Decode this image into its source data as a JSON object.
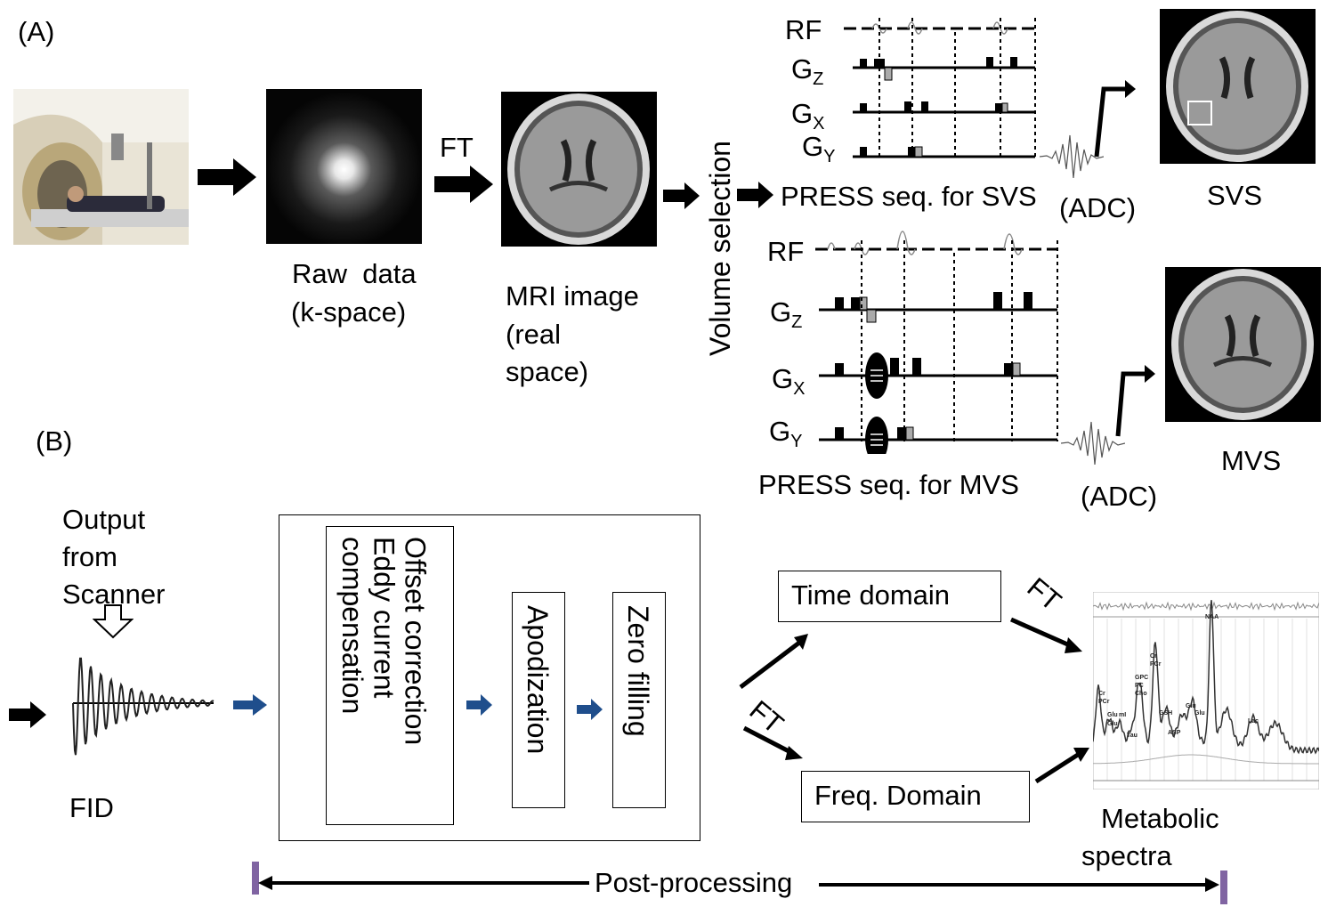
{
  "part_a": {
    "label": "(A)",
    "raw_data": "Raw  data",
    "k_space": "(k-space)",
    "ft": "FT",
    "mri_line1": "MRI image",
    "mri_line2": "(real",
    "mri_line3": "space)",
    "volume_selection": "Volume selection",
    "press_svs": "PRESS seq. for SVS",
    "press_mvs": "PRESS seq. for MVS",
    "adc": "(ADC)",
    "svs": "SVS",
    "mvs": "MVS",
    "rf": "RF",
    "gz": "G",
    "gz_sub": "Z",
    "gx": "G",
    "gx_sub": "X",
    "gy": "G",
    "gy_sub": "Y"
  },
  "part_b": {
    "label": "(B)",
    "output_line1": "Output",
    "output_line2": "from",
    "output_line3": "Scanner",
    "fid": "FID",
    "offset": "Offset correction",
    "eddy_line1": "Eddy current",
    "eddy_line2": "compensation",
    "apodization": "Apodization",
    "zero_filling": "Zero filling",
    "time_domain": "Time domain",
    "freq_domain": "Freq. Domain",
    "ft": "FT",
    "metabolic_line1": "Metabolic",
    "metabolic_line2": "spectra",
    "post_processing": "Post-processing"
  },
  "spectrum_labels": {
    "naa": "NAA",
    "cr1": "Cr",
    "pcr1": "PCr",
    "glu1": "Glu",
    "mi": "mI",
    "glu2": "Glu",
    "tau": "Tau",
    "gpc": "GPC",
    "pc": "PC",
    "cho": "Cho",
    "cr2": "Cr",
    "pcr2": "PCr",
    "gsh": "GSH",
    "asp": "ASP",
    "glu3": "Glu",
    "glu4": "Glu",
    "lac": "Lac"
  },
  "colors": {
    "accent_blue": "#1f4e8c",
    "post_bar": "#8064a2"
  }
}
